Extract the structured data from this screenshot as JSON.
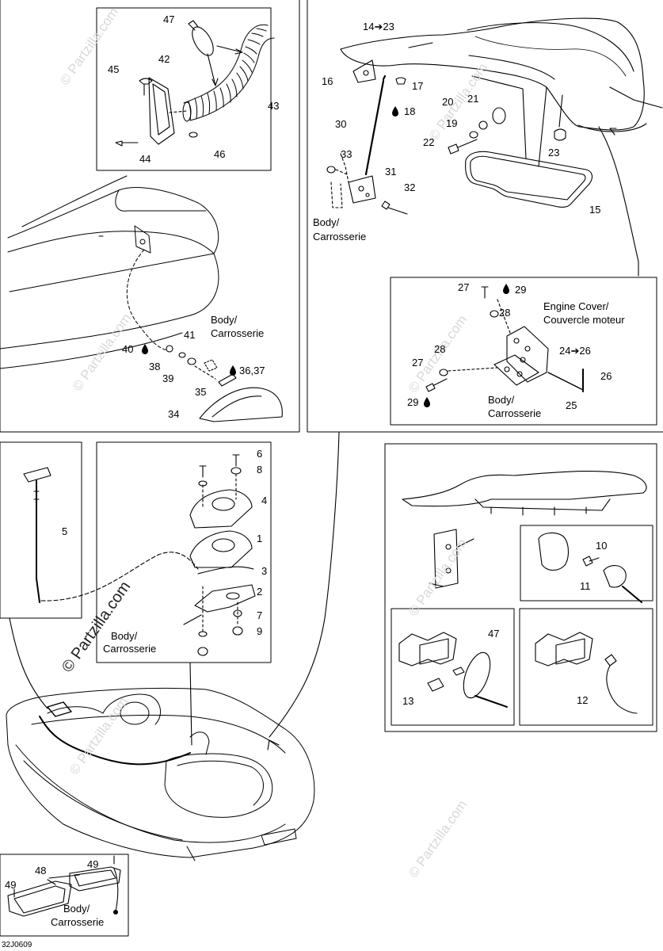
{
  "watermark": {
    "text": "© Partzilla.com"
  },
  "diagram_code": "32J0609",
  "callouts": {
    "c47a": "47",
    "c45": "45",
    "c42": "42",
    "c43": "43",
    "c46": "46",
    "c44": "44",
    "c14_23": "14➔23",
    "c16": "16",
    "c17": "17",
    "c18": "18",
    "c20": "20",
    "c21": "21",
    "c19": "19",
    "c30": "30",
    "c22": "22",
    "c23": "23",
    "c33": "33",
    "c31": "31",
    "c32": "32",
    "c15": "15",
    "c41": "41",
    "c40": "40",
    "c38": "38",
    "c39": "39",
    "c35": "35",
    "c36_37": "36,37",
    "c34": "34",
    "c27a": "27",
    "c29a": "29",
    "c28a": "28",
    "c28b": "28",
    "c27b": "27",
    "c24_26": "24➔26",
    "c26": "26",
    "c29b": "29",
    "c25": "25",
    "c6": "6",
    "c8": "8",
    "c4": "4",
    "c1": "1",
    "c3": "3",
    "c2": "2",
    "c7": "7",
    "c9": "9",
    "c5": "5",
    "c10": "10",
    "c11": "11",
    "c47b": "47",
    "c13": "13",
    "c12": "12",
    "c49a": "49",
    "c48": "48",
    "c49b": "49"
  },
  "notes": {
    "body1": "Body/",
    "body1b": "Carrosserie",
    "body2": "Body/",
    "body2b": "Carrosserie",
    "body3": "Body/",
    "body3b": "Carrosserie",
    "body4": "Body/",
    "body4b": "Carrosserie",
    "body5": "Body/",
    "body5b": "Carrosserie",
    "engine_cover": "Engine Cover/",
    "engine_cover_b": "Couvercle moteur"
  }
}
